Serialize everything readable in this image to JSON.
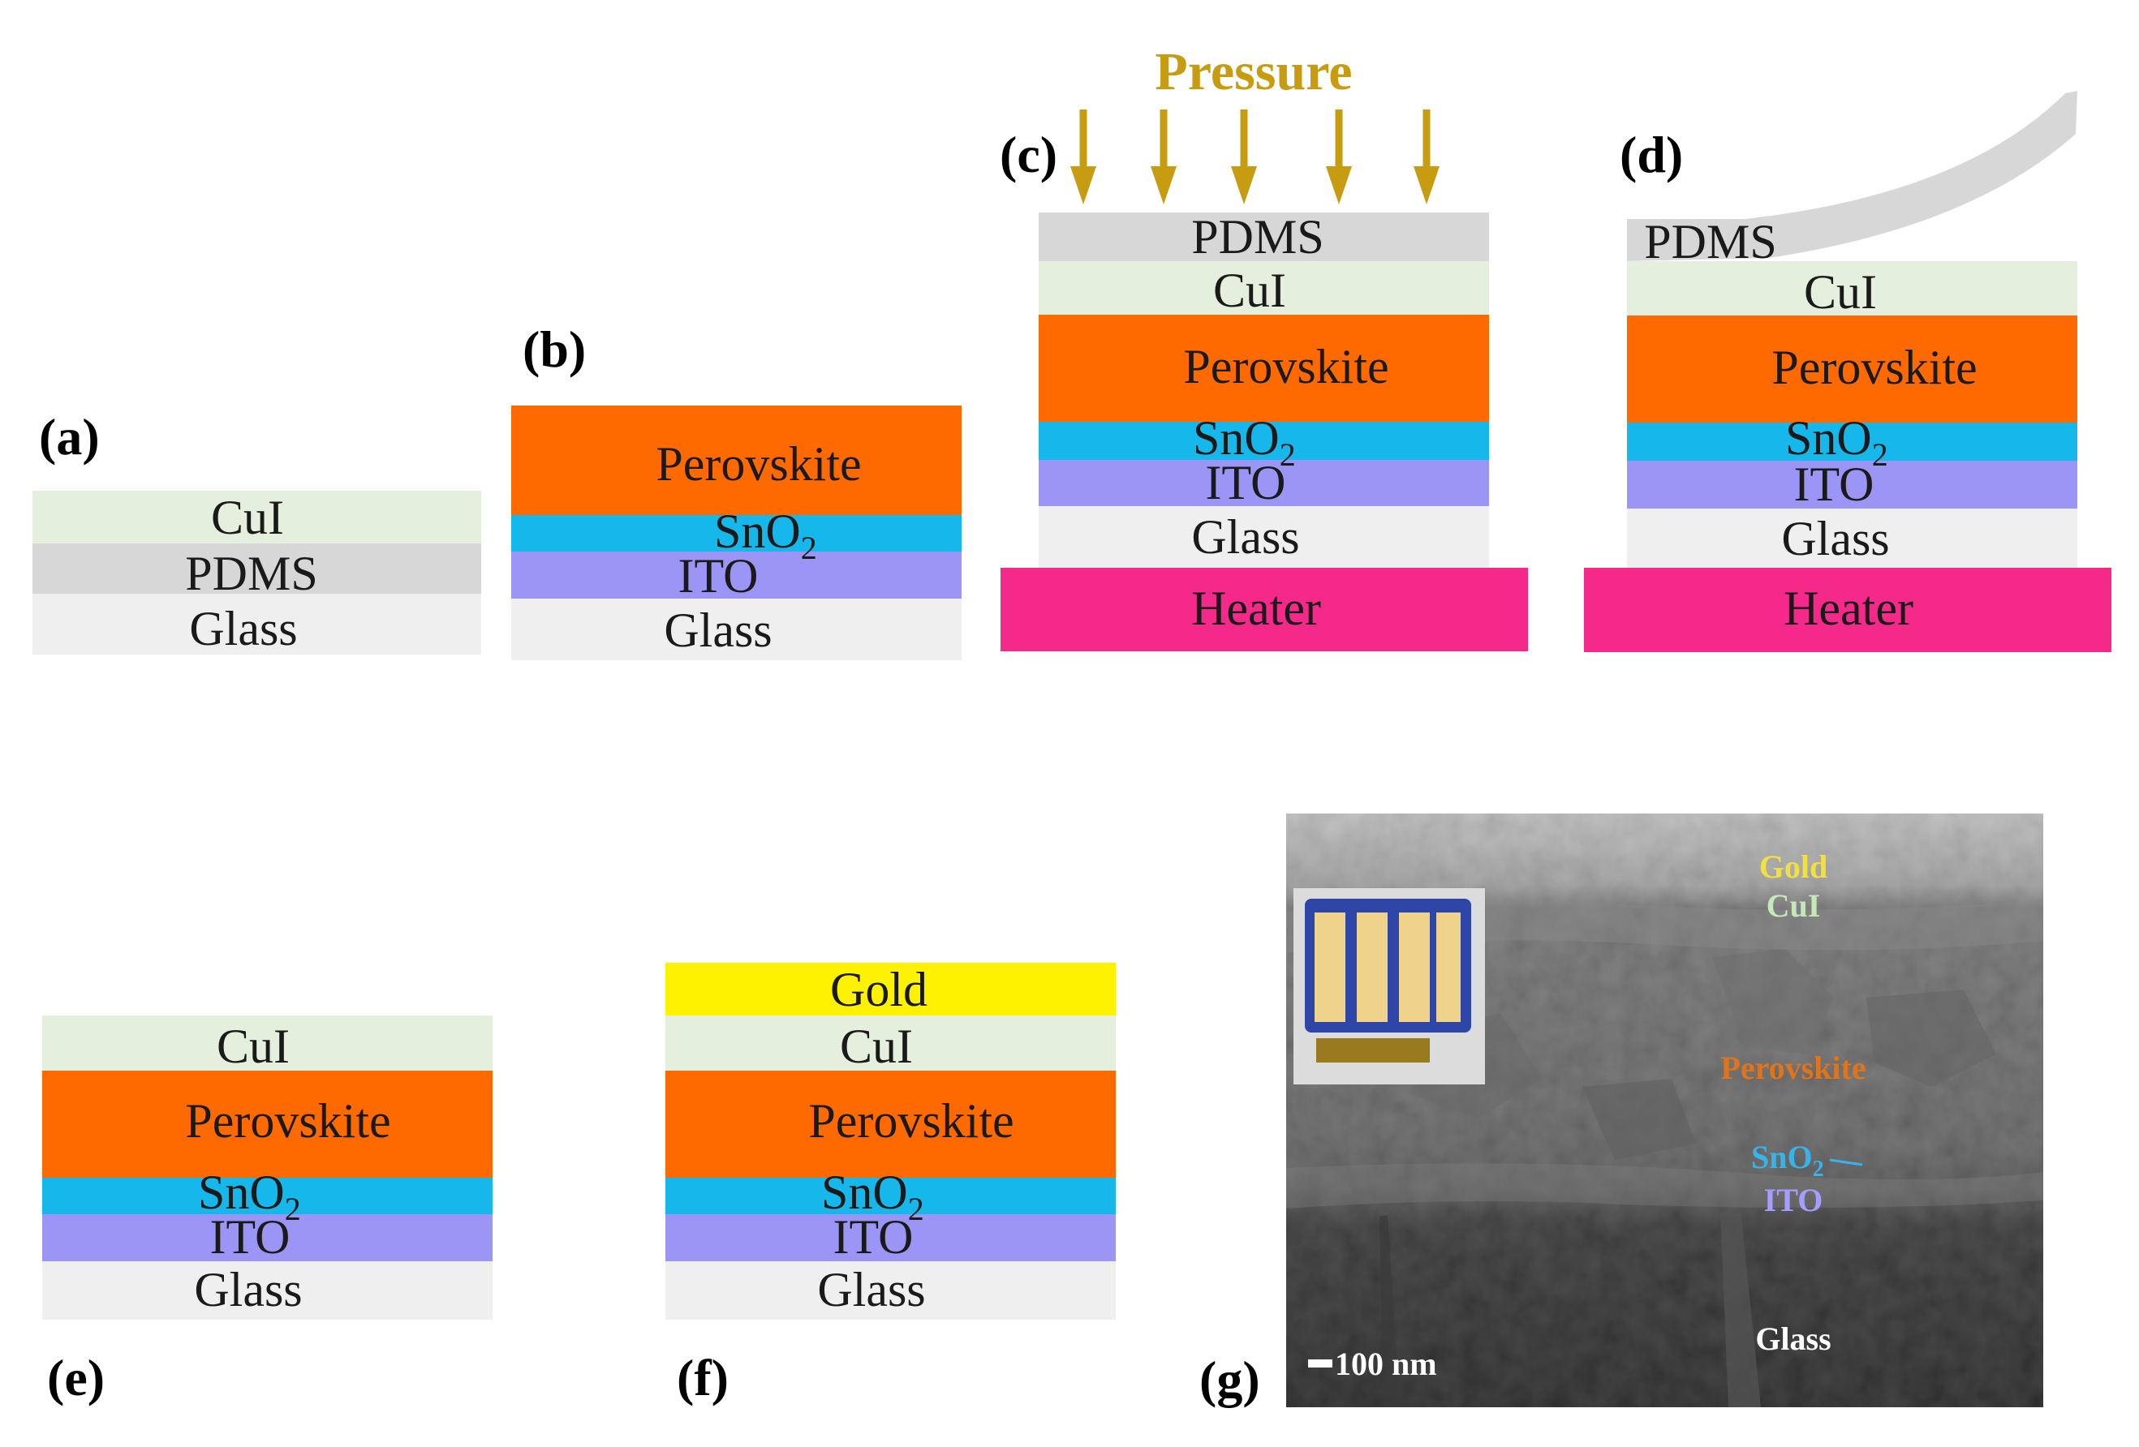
{
  "colors": {
    "glass": "#efefef",
    "pdms": "#d7d7d7",
    "cui": "#e4f0dd",
    "perovskite": "#ff6a00",
    "sno2": "#16b7ea",
    "ito": "#9b95f5",
    "heater": "#f5298a",
    "gold": "#fff200",
    "pressure": "#c79c10",
    "sem_gold": "#f2e040",
    "sem_cui": "#c6e8b8",
    "sem_perovskite": "#e0741a",
    "sem_sno2": "#38b3ea",
    "sem_ito": "#a59dff",
    "sem_glass": "#ffffff"
  },
  "panels": {
    "a": "(a)",
    "b": "(b)",
    "c": "(c)",
    "d": "(d)",
    "e": "(e)",
    "f": "(f)",
    "g": "(g)"
  },
  "layers": {
    "cui": "CuI",
    "pdms": "PDMS",
    "glass": "Glass",
    "perovskite": "Perovskite",
    "sno2_base": "SnO",
    "sno2_sub": "2",
    "ito": "ITO",
    "heater": "Heater",
    "gold": "Gold"
  },
  "pressure": {
    "label": "Pressure"
  },
  "sem": {
    "gold": "Gold",
    "cui": "CuI",
    "perovskite": "Perovskite",
    "sno2_base": "SnO",
    "sno2_sub": "2",
    "ito": "ITO",
    "glass": "Glass",
    "scale_bar": "100 nm"
  }
}
